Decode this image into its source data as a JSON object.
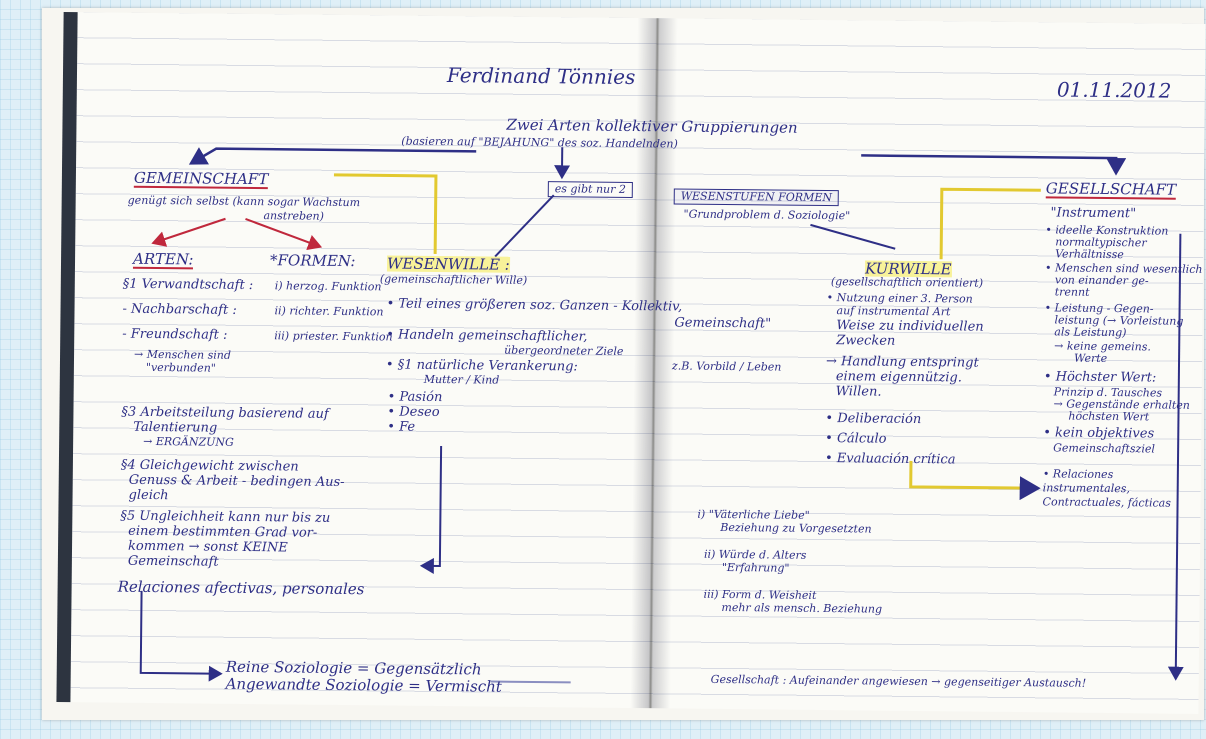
{
  "header": {
    "title": "Ferdinand Tönnies",
    "date": "01.11.2012"
  },
  "center": {
    "heading_line1": "Zwei Arten kollektiver Gruppierungen",
    "heading_line2": "(basieren auf \"BEJAHUNG\" des soz. Handelnden)",
    "box": "es gibt nur 2",
    "note": "\"Grundproblem d. Soziologie\""
  },
  "gemeinschaft": {
    "title": "GEMEINSCHAFT",
    "desc_1": "genügt sich selbst (kann sogar Wachstum",
    "desc_2": "anstreben)",
    "arten": "ARTEN:",
    "formen": "*FORMEN:",
    "rows": [
      {
        "art": "§1 Verwandtschaft :",
        "form": "i) herzog. Funktion"
      },
      {
        "art": "- Nachbarschaft :",
        "form": "ii) richter. Funktion"
      },
      {
        "art": "- Freundschaft :",
        "form": "iii) priester. Funktion"
      }
    ],
    "note_1": "→ Menschen sind",
    "note_2": "\"verbunden\"",
    "s3_1": "§3 Arbeitsteilung basierend auf",
    "s3_2": "Talentierung",
    "s3_3": "→ ERGÄNZUNG",
    "s4_1": "§4 Gleichgewicht zwischen",
    "s4_2": "Genuss & Arbeit - bedingen Aus-",
    "s4_3": "gleich",
    "s5_1": "§5 Ungleichheit kann nur bis zu",
    "s5_2": "einem bestimmten Grad vor-",
    "s5_3": "kommen → sonst KEINE",
    "s5_4": "Gemeinschaft",
    "relaciones": "Relaciones afectivas, personales"
  },
  "wesenwille": {
    "title": "WESENWILLE :",
    "sub": "(gemeinschaftlicher Wille)",
    "item1_1": "• Teil eines größeren soz. Ganzen - Kollektiv,",
    "item1_2": "Gemeinschaft\"",
    "item2_1": "• Handeln gemeinschaftlicher,",
    "item2_2": "übergeordneter Ziele",
    "item3_1": "• §1 natürliche Verankerung:",
    "item3_2": "Mutter / Kind",
    "item3_3": "z.B. Vorbild / Leben",
    "pasion": "• Pasión",
    "deseo": "• Deseo",
    "fe": "• Fe"
  },
  "middle_box": "WESENSTUFEN FORMEN",
  "kurwille": {
    "title": "KURWILLE",
    "sub": "(gesellschaftlich orientiert)",
    "l1": "• Nutzung einer 3. Person",
    "l2": "auf instrumental Art",
    "l3": "Weise zu individuellen",
    "l4": "Zwecken",
    "l5": "→ Handlung entspringt",
    "l6": "einem eigennützig.",
    "l7": "Willen.",
    "deliberacion": "• Deliberación",
    "calculo": "• Cálculo",
    "evaluacion": "• Evaluación crítica"
  },
  "gesellschaft": {
    "title": "GESELLSCHAFT",
    "instrument": "\"Instrument\"",
    "l1": "• ideelle Konstruktion",
    "l2": "normaltypischer",
    "l3": "Verhältnisse",
    "l4": "• Menschen sind wesentlich",
    "l5": "von einander ge-",
    "l6": "trennt",
    "l7": "• Leistung - Gegen-",
    "l8": "leistung (→ Vorleistung",
    "l9": "als Leistung)",
    "l10": "→ keine gemeins.",
    "l11": "Werte",
    "l12": "• Höchster Wert:",
    "l13": "Prinzip d. Tausches",
    "l14": "→ Gegenstände erhalten",
    "l15": "höchsten Wert",
    "l16": "• kein objektives",
    "l17": "Gemeinschaftsziel",
    "l18": "• Relaciones",
    "l19": "instrumentales,",
    "l20": "Contractuales, fácticas"
  },
  "formen_list": {
    "i1": "i) \"Väterliche Liebe\"",
    "i1b": "Beziehung zu Vorgesetzten",
    "i2": "ii) Würde d. Alters",
    "i2b": "\"Erfahrung\"",
    "i3": "iii) Form d. Weisheit",
    "i3b": "mehr als mensch. Beziehung"
  },
  "footer": {
    "l1": "Reine Soziologie = Gegensätzlich",
    "l2": "Angewandte Soziologie = Vermischt",
    "right": "Gesellschaft : Aufeinander angewiesen → gegenseitiger Austausch!"
  }
}
